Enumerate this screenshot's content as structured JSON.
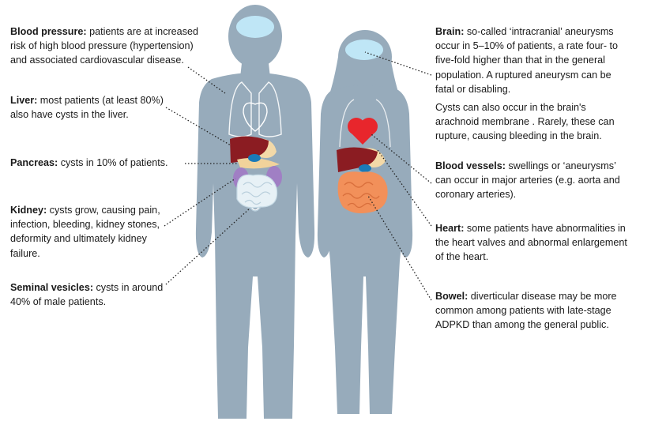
{
  "colors": {
    "silhouette": "#97abbb",
    "brain": "#bfe6f6",
    "liver": "#8b1c22",
    "kidney": "#a07fc4",
    "heart": "#e8262c",
    "bowel_female": "#f2905a",
    "gallbladder": "#1a7ab8",
    "outline": "#ffffff",
    "text": "#1a1a1a"
  },
  "annotations": {
    "blood_pressure": {
      "title": "Blood pressure:",
      "body": " patients are at increased risk of high blood pressure (hypertension) and associated cardiovascular disease."
    },
    "liver": {
      "title": "Liver:",
      "body": " most patients (at least 80%) also have cysts in the liver."
    },
    "pancreas": {
      "title": "Pancreas:",
      "body": " cysts in 10% of patients."
    },
    "kidney": {
      "title": "Kidney:",
      "body": " cysts grow, causing pain, infection, bleeding, kidney stones, deformity and ultimately kidney failure."
    },
    "seminal": {
      "title": "Seminal vesicles:",
      "body": " cysts in around 40% of male patients."
    },
    "brain": {
      "title": "Brain:",
      "body": " so-called ‘intracranial’ aneurysms occur in 5–10% of patients, a rate four- to five-fold higher than that in the general population. A ruptured aneurysm can be fatal or disabling."
    },
    "brain_cysts": {
      "body": "Cysts can also occur in the brain's arachnoid membrane . Rarely, these can rupture, causing bleeding in the brain."
    },
    "vessels": {
      "title": "Blood vessels:",
      "body": " swellings or ‘aneurysms’ can occur in major arteries (e.g. aorta and coronary arteries)."
    },
    "heart": {
      "title": "Heart:",
      "body": " some patients have abnormalities in the heart valves and abnormal enlargement of the heart."
    },
    "bowel": {
      "title": "Bowel:",
      "body": " diverticular disease may be more common among patients with late-stage ADPKD than among the general public."
    }
  }
}
